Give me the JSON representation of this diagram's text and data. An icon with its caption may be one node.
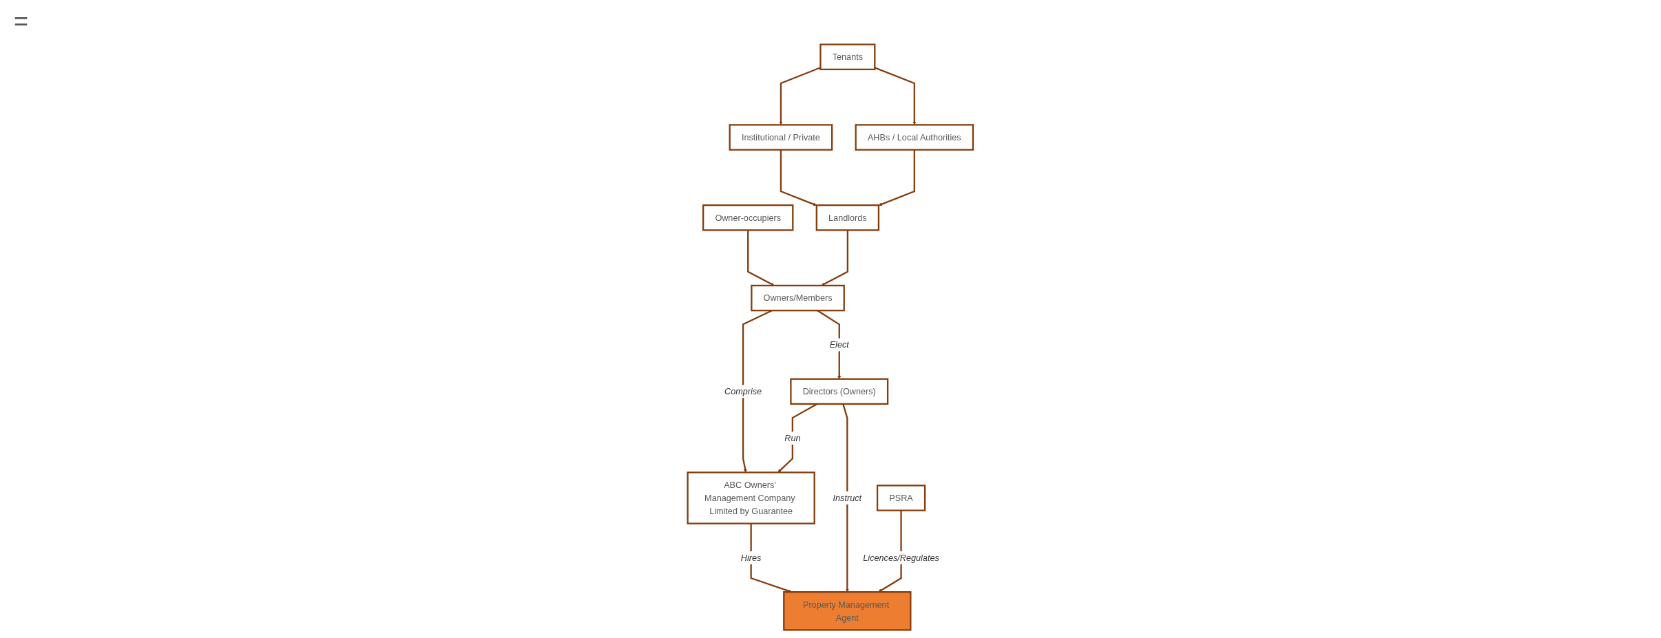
{
  "diagram": {
    "nodes": [
      {
        "text": [
          "Owner-occupiers"
        ]
      },
      {
        "text": [
          "Landlords"
        ]
      },
      {
        "text": [
          "Institutional / Private"
        ]
      },
      {
        "text": [
          "AHBs / Local Authorities"
        ]
      },
      {
        "text": [
          "Tenants"
        ]
      },
      {
        "text": [
          "Owners/Members"
        ]
      },
      {
        "text": [
          "ABC Owners’ Management Company Limited by Guarantee"
        ]
      },
      {
        "text": [
          "Directors (Owners)"
        ]
      },
      {
        "text": [
          "Property Management Agent"
        ]
      },
      {
        "text": [
          "PSRA"
        ]
      }
    ],
    "edges": [
      {
        "from": 0,
        "to": 5,
        "arrow": "to"
      },
      {
        "from": 1,
        "to": 5,
        "arrow": "to"
      },
      {
        "from": 2,
        "to": 1,
        "arrow": "to"
      },
      {
        "from": 3,
        "to": 1,
        "arrow": "to"
      },
      {
        "from": 4,
        "to": 2,
        "arrow": "to"
      },
      {
        "from": 4,
        "to": 3,
        "arrow": "to"
      },
      {
        "from": 5,
        "to": 6,
        "label": "Comprise",
        "arrow": "to"
      },
      {
        "from": 5,
        "to": 7,
        "label": "Elect",
        "arrow": "to"
      },
      {
        "from": 7,
        "to": 6,
        "label": "Run",
        "arrow": "to"
      },
      {
        "from": 6,
        "to": 8,
        "label": "Hires",
        "arrow": "to"
      },
      {
        "from": 7,
        "to": 8,
        "label": "Instruct",
        "arrow": "to"
      },
      {
        "from": 9,
        "to": 8,
        "label": "Licences/Regulates",
        "arrow": "to"
      }
    ],
    "labels": [
      "="
    ]
  }
}
